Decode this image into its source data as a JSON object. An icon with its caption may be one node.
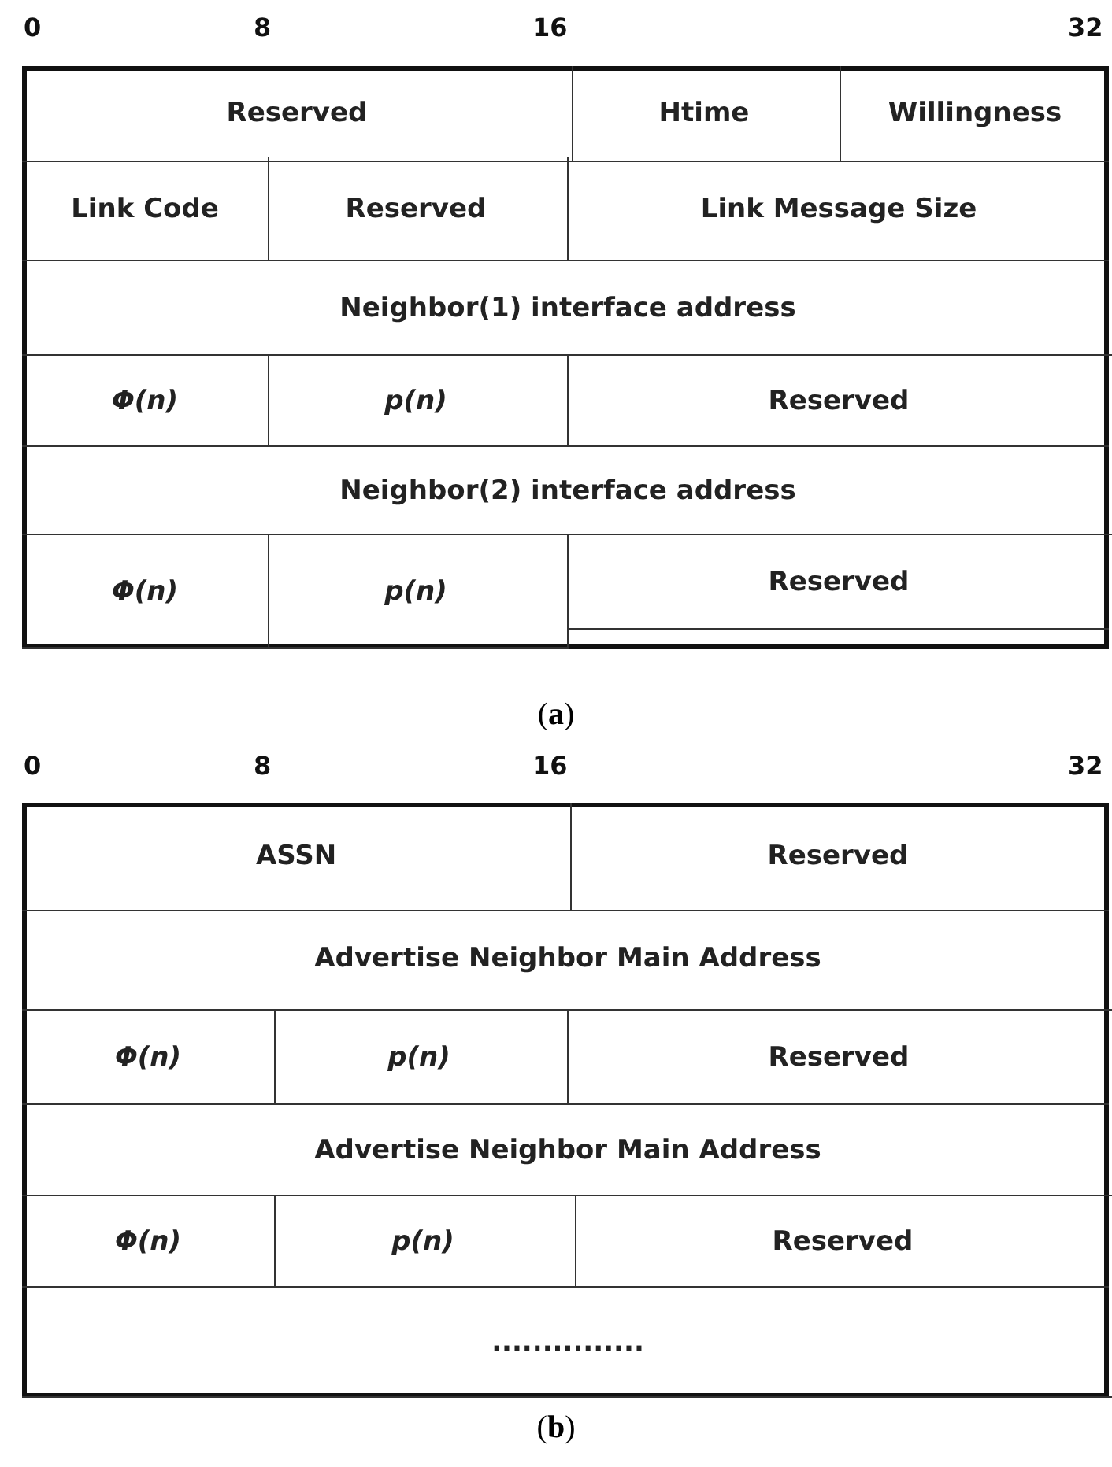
{
  "diagram": {
    "labels": [
      "0",
      "8",
      "16",
      "32",
      "Reserved",
      "Htime",
      "Willingness",
      "Link Code",
      "Reserved",
      "Link Message Size",
      "Neighbor(1) interface address",
      "Φ(n)",
      "p(n)",
      "Reserved",
      "Neighbor(2) interface address",
      "Φ(n)",
      "p(n)",
      "Reserved",
      "(**a**)",
      "0",
      "8",
      "16",
      "32",
      "ASSN",
      "Reserved",
      "Advertise Neighbor Main Address",
      "Φ(n)",
      "p(n)",
      "Reserved",
      "Advertise Neighbor Main Address",
      "Φ(n)",
      "p(n)",
      "Reserved",
      "...............",
      "(**b**)"
    ]
  }
}
